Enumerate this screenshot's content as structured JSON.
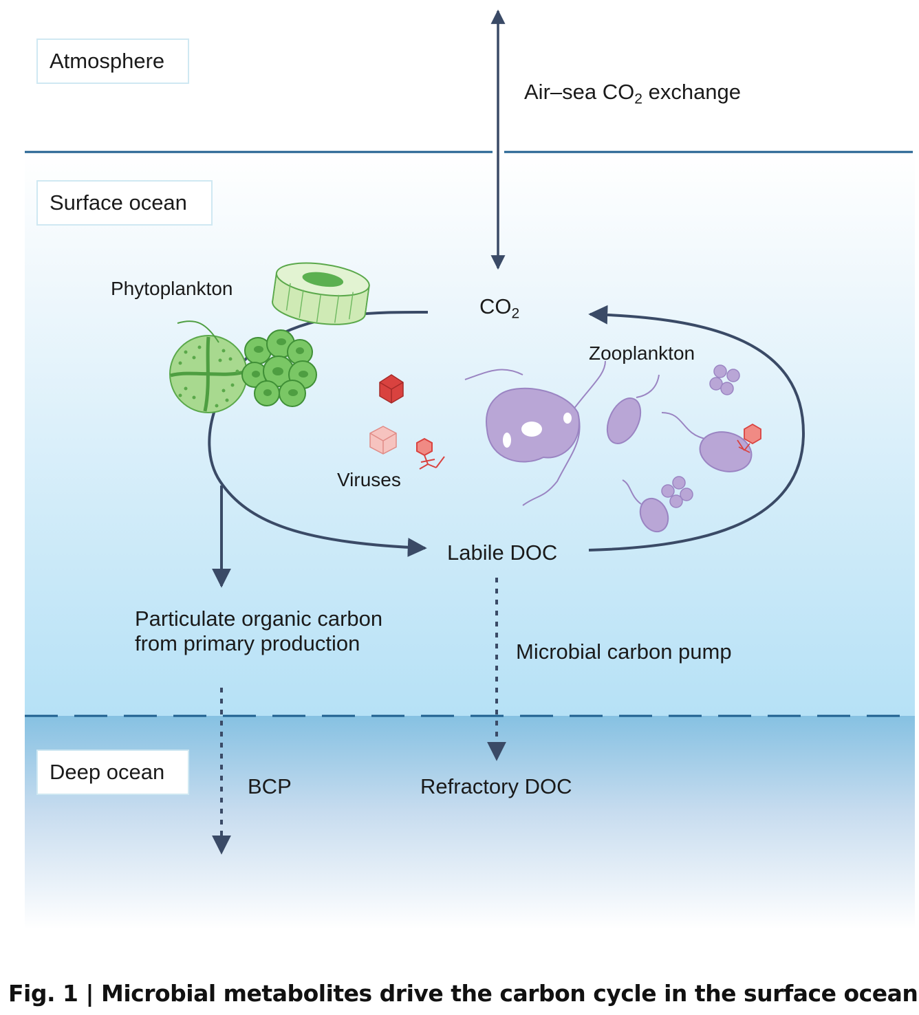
{
  "zones": {
    "atmosphere": "Atmosphere",
    "surface": "Surface ocean",
    "deep": "Deep ocean"
  },
  "labels": {
    "air_sea_prefix": "Air–sea CO",
    "air_sea_sub": "2",
    "air_sea_suffix": " exchange",
    "co2_main": "CO",
    "co2_sub": "2",
    "phytoplankton": "Phytoplankton",
    "zooplankton": "Zooplankton",
    "viruses": "Viruses",
    "labile_doc": "Labile DOC",
    "poc_line1": "Particulate organic carbon",
    "poc_line2": "from primary production",
    "mcp": "Microbial carbon pump",
    "bcp": "BCP",
    "refractory_doc": "Refractory DOC"
  },
  "caption": "Fig. 1 | Microbial metabolites drive the carbon cycle in the surface ocean.",
  "colors": {
    "arrow": "#3a4a66",
    "line_sea_surface": "#1f5f8f",
    "phyto_green": "#6fbf5e",
    "zoo_purple": "#b9a6d6",
    "virus_red": "#d9423f",
    "virus_pink": "#f2b4b0",
    "surface_top": "#f4fafd",
    "surface_bottom": "#b8e2f5",
    "deep_top": "#8ac3e2"
  }
}
